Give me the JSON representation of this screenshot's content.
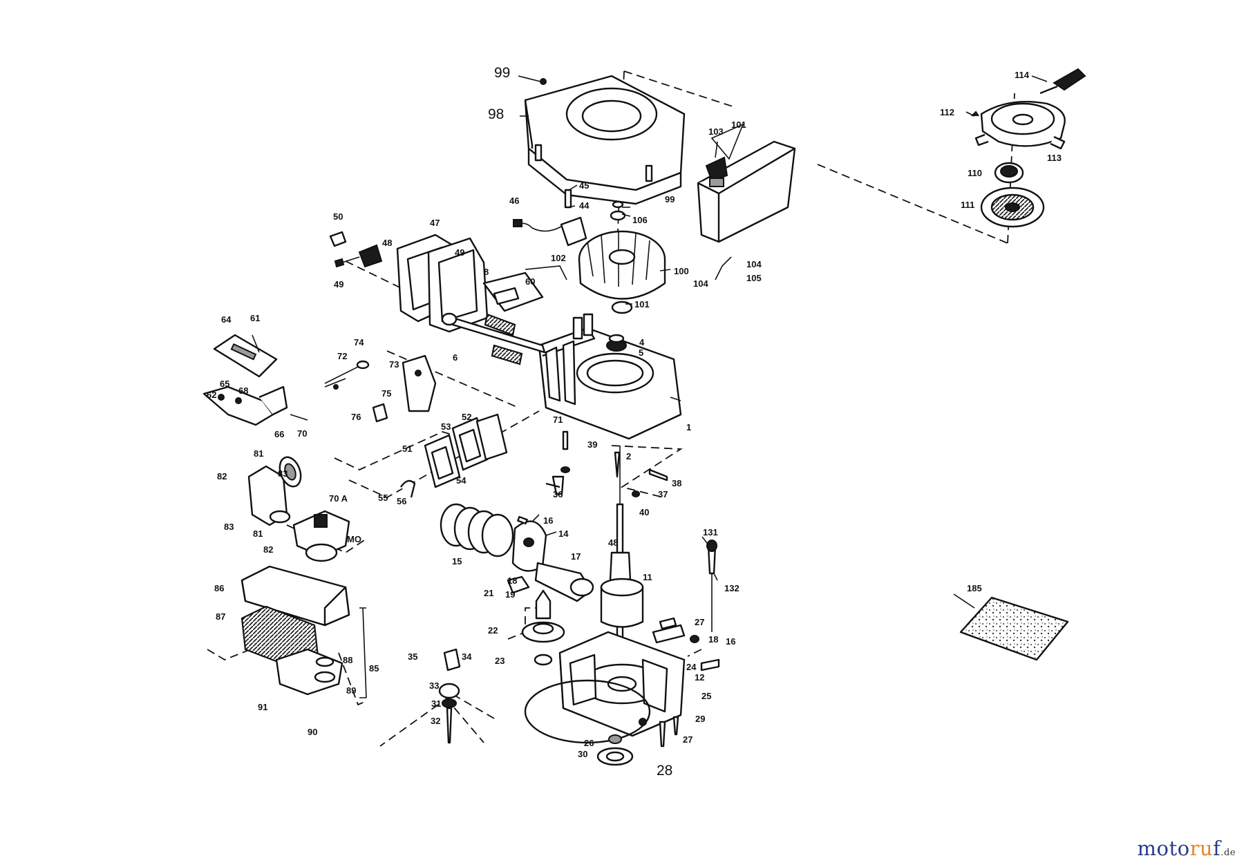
{
  "diagram": {
    "callouts": [
      {
        "label": "99"
      },
      {
        "label": "98"
      },
      {
        "label": "114"
      },
      {
        "label": "112"
      },
      {
        "label": "113"
      },
      {
        "label": "110"
      },
      {
        "label": "111"
      },
      {
        "label": "103"
      },
      {
        "label": "101"
      },
      {
        "label": "45"
      },
      {
        "label": "44"
      },
      {
        "label": "46"
      },
      {
        "label": "102"
      },
      {
        "label": "106"
      },
      {
        "label": "99"
      },
      {
        "label": "100"
      },
      {
        "label": "101"
      },
      {
        "label": "104"
      },
      {
        "label": "105"
      },
      {
        "label": "104"
      },
      {
        "label": "50"
      },
      {
        "label": "48"
      },
      {
        "label": "47"
      },
      {
        "label": "49"
      },
      {
        "label": "49"
      },
      {
        "label": "8"
      },
      {
        "label": "60"
      },
      {
        "label": "6"
      },
      {
        "label": "4"
      },
      {
        "label": "5"
      },
      {
        "label": "1"
      },
      {
        "label": "2"
      },
      {
        "label": "64"
      },
      {
        "label": "61"
      },
      {
        "label": "72"
      },
      {
        "label": "74"
      },
      {
        "label": "73"
      },
      {
        "label": "75"
      },
      {
        "label": "76"
      },
      {
        "label": "62"
      },
      {
        "label": "65"
      },
      {
        "label": "68"
      },
      {
        "label": "66"
      },
      {
        "label": "70"
      },
      {
        "label": "51"
      },
      {
        "label": "53"
      },
      {
        "label": "52"
      },
      {
        "label": "54"
      },
      {
        "label": "55"
      },
      {
        "label": "56"
      },
      {
        "label": "71"
      },
      {
        "label": "39"
      },
      {
        "label": "36"
      },
      {
        "label": "38"
      },
      {
        "label": "37"
      },
      {
        "label": "40"
      },
      {
        "label": "81"
      },
      {
        "label": "83"
      },
      {
        "label": "82"
      },
      {
        "label": "83"
      },
      {
        "label": "70 A"
      },
      {
        "label": "81"
      },
      {
        "label": "MO"
      },
      {
        "label": "82"
      },
      {
        "label": "15"
      },
      {
        "label": "16"
      },
      {
        "label": "14"
      },
      {
        "label": "17"
      },
      {
        "label": "18"
      },
      {
        "label": "11"
      },
      {
        "label": "48"
      },
      {
        "label": "21"
      },
      {
        "label": "19"
      },
      {
        "label": "131"
      },
      {
        "label": "132"
      },
      {
        "label": "86"
      },
      {
        "label": "87"
      },
      {
        "label": "88"
      },
      {
        "label": "85"
      },
      {
        "label": "89"
      },
      {
        "label": "91"
      },
      {
        "label": "90"
      },
      {
        "label": "22"
      },
      {
        "label": "23"
      },
      {
        "label": "27"
      },
      {
        "label": "18"
      },
      {
        "label": "16"
      },
      {
        "label": "24"
      },
      {
        "label": "12"
      },
      {
        "label": "25"
      },
      {
        "label": "29"
      },
      {
        "label": "27"
      },
      {
        "label": "26"
      },
      {
        "label": "30"
      },
      {
        "label": "28"
      },
      {
        "label": "35"
      },
      {
        "label": "34"
      },
      {
        "label": "33"
      },
      {
        "label": "31"
      },
      {
        "label": "32"
      },
      {
        "label": "185"
      }
    ]
  },
  "watermark": {
    "part1": "moto",
    "part2": "ru",
    "part3": "f",
    "tld": ".de"
  }
}
